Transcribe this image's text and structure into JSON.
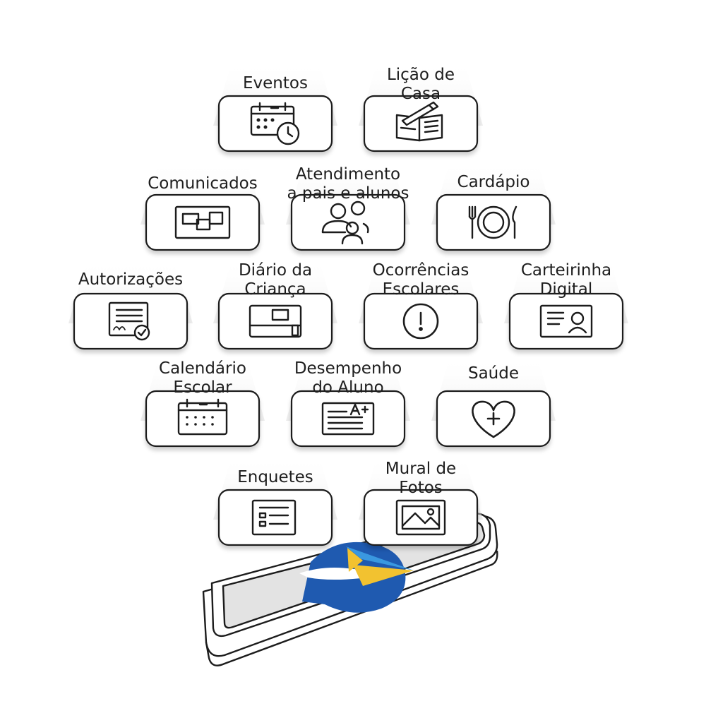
{
  "feature_icons": [
    {
      "id": "eventos",
      "lines": [
        "Eventos"
      ],
      "icon": "calendar-clock-icon"
    },
    {
      "id": "licao",
      "lines": [
        "Lição de",
        "Casa"
      ],
      "icon": "notebook-pencil-icon"
    },
    {
      "id": "comunicados",
      "lines": [
        "Comunicados"
      ],
      "icon": "message-board-icon"
    },
    {
      "id": "atendimento",
      "lines": [
        "Atendimento",
        "a pais e alunos"
      ],
      "icon": "people-support-icon"
    },
    {
      "id": "cardapio",
      "lines": [
        "Cardápio"
      ],
      "icon": "plate-cutlery-icon"
    },
    {
      "id": "autorizacoes",
      "lines": [
        "Autorizações"
      ],
      "icon": "signed-document-icon"
    },
    {
      "id": "diario",
      "lines": [
        "Diário da",
        "Criança"
      ],
      "icon": "diary-book-icon"
    },
    {
      "id": "ocorrencias",
      "lines": [
        "Ocorrências",
        "Escolares"
      ],
      "icon": "alert-circle-icon"
    },
    {
      "id": "carteirinha",
      "lines": [
        "Carteirinha",
        "Digital"
      ],
      "icon": "id-card-icon"
    },
    {
      "id": "calendario",
      "lines": [
        "Calendário",
        "Escolar"
      ],
      "icon": "calendar-grid-icon"
    },
    {
      "id": "desempenho",
      "lines": [
        "Desempenho",
        "do Aluno"
      ],
      "icon": "grade-report-icon"
    },
    {
      "id": "saude",
      "lines": [
        "Saúde"
      ],
      "icon": "heart-cross-icon"
    },
    {
      "id": "enquetes",
      "lines": [
        "Enquetes"
      ],
      "icon": "poll-list-icon"
    },
    {
      "id": "mural",
      "lines": [
        "Mural de",
        "Fotos"
      ],
      "icon": "photo-frame-icon"
    }
  ],
  "colors": {
    "logo_blue": "#1f5ab0",
    "logo_light_blue": "#3a98e0",
    "logo_yellow": "#f2c230",
    "screen": "#e3e3e3",
    "tile_fill": "#ffffff",
    "stroke": "#1c1c1c"
  },
  "logo_icon": "paper-plane-speech-bubble-icon"
}
